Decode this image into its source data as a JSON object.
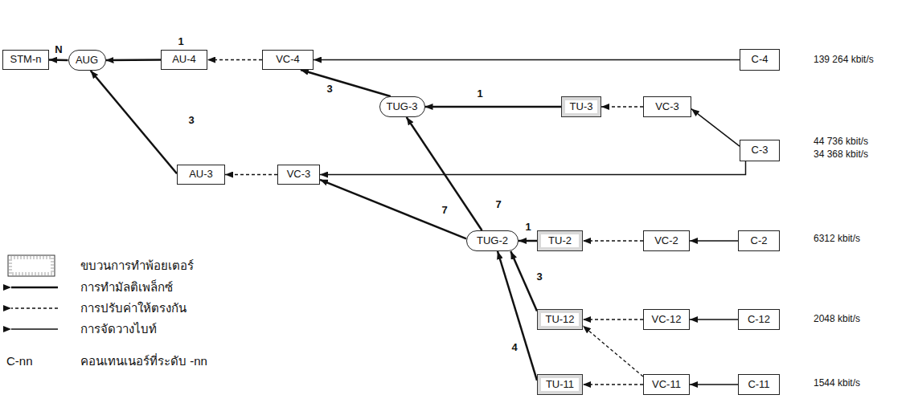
{
  "diagram": {
    "nodes": [
      {
        "text": [
          "STM-n"
        ]
      },
      {
        "text": [
          "AUG"
        ]
      },
      {
        "text": [
          "AU-4"
        ]
      },
      {
        "text": [
          "VC-4"
        ]
      },
      {
        "text": [
          "C-4"
        ]
      },
      {
        "text": [
          "TUG-3"
        ]
      },
      {
        "text": [
          "TU-3"
        ]
      },
      {
        "text": [
          "VC-3"
        ]
      },
      {
        "text": [
          "C-3"
        ]
      },
      {
        "text": [
          "AU-3"
        ]
      },
      {
        "text": [
          "VC-3"
        ]
      },
      {
        "text": [
          "TUG-2"
        ]
      },
      {
        "text": [
          "TU-2"
        ]
      },
      {
        "text": [
          "VC-2"
        ]
      },
      {
        "text": [
          "C-2"
        ]
      },
      {
        "text": [
          "TU-12"
        ]
      },
      {
        "text": [
          "VC-12"
        ]
      },
      {
        "text": [
          "C-12"
        ]
      },
      {
        "text": [
          "TU-11"
        ]
      },
      {
        "text": [
          "VC-11"
        ]
      },
      {
        "text": [
          "C-11"
        ]
      }
    ],
    "edges": [
      {
        "from": 1,
        "to": 0,
        "arrow": "to",
        "label": "N"
      },
      {
        "from": 2,
        "to": 1,
        "arrow": "to",
        "label": "1"
      },
      {
        "from": 9,
        "to": 1,
        "arrow": "to",
        "label": "3"
      },
      {
        "from": 3,
        "to": 2,
        "arrow": "to"
      },
      {
        "from": 4,
        "to": 3,
        "arrow": "to"
      },
      {
        "from": 5,
        "to": 3,
        "arrow": "to",
        "label": "3"
      },
      {
        "from": 6,
        "to": 5,
        "arrow": "to",
        "label": "1"
      },
      {
        "from": 7,
        "to": 6,
        "arrow": "to"
      },
      {
        "from": 8,
        "to": 7,
        "arrow": "to"
      },
      {
        "from": 8,
        "to": 10,
        "arrow": "to"
      },
      {
        "from": 10,
        "to": 9,
        "arrow": "to"
      },
      {
        "from": 11,
        "to": 10,
        "arrow": "to",
        "label": "7"
      },
      {
        "from": 11,
        "to": 5,
        "arrow": "to",
        "label": "7"
      },
      {
        "from": 12,
        "to": 11,
        "arrow": "to",
        "label": "1"
      },
      {
        "from": 13,
        "to": 12,
        "arrow": "to"
      },
      {
        "from": 14,
        "to": 13,
        "arrow": "to"
      },
      {
        "from": 15,
        "to": 11,
        "arrow": "to",
        "label": "3"
      },
      {
        "from": 16,
        "to": 15,
        "arrow": "to"
      },
      {
        "from": 17,
        "to": 16,
        "arrow": "to"
      },
      {
        "from": 18,
        "to": 11,
        "arrow": "to",
        "label": "4"
      },
      {
        "from": 19,
        "to": 18,
        "arrow": "to"
      },
      {
        "from": 19,
        "to": 15,
        "arrow": "to"
      },
      {
        "from": 20,
        "to": 19,
        "arrow": "to"
      }
    ],
    "labels": [
      "139 264 kbit/s",
      "44 736 kbit/s",
      "34 368 kbit/s",
      "6312 kbit/s",
      "2048 kbit/s",
      "1544 kbit/s",
      "C-nn"
    ],
    "legend": [
      {
        "text": "ขบวนการทำพ้อยเตอร์"
      },
      {
        "text": "การทำมัลติเพล็กซ์"
      },
      {
        "text": "การปรับค่าให้ตรงกัน"
      },
      {
        "text": "การจัดวางไบท์"
      },
      {
        "text": "คอนเทนเนอร์ที่ระดับ -nn"
      }
    ]
  }
}
